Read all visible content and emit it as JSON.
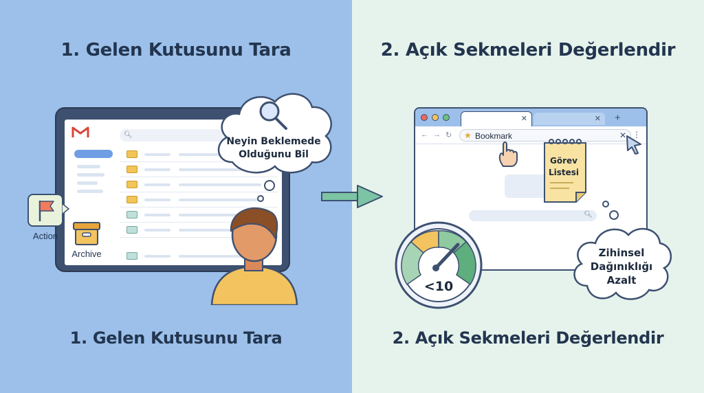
{
  "left_panel": {
    "title_top": "1. Gelen Kutusunu Tara",
    "title_bottom": "1. Gelen Kutusunu Tara",
    "thought_bubble": "Neyin Beklemede Olduğunu Bil",
    "action_label": "Action",
    "archive_label": "Archive",
    "mail_rows": [
      {
        "envelope": "yellow"
      },
      {
        "envelope": "yellow"
      },
      {
        "envelope": "yellow"
      },
      {
        "envelope": "yellow"
      },
      {
        "envelope": "teal"
      },
      {
        "envelope": "teal"
      }
    ],
    "icons": [
      "gmail-icon",
      "search-icon",
      "flag-icon",
      "archive-box-icon",
      "magnifier-icon",
      "person-illustration"
    ]
  },
  "right_panel": {
    "title_top": "2. Açık Sekmeleri Değerlendir",
    "title_bottom": "2. Açık Sekmeleri Değerlendir",
    "url_bar_text": "Bookmark",
    "notepad_text": "Görev Listesi",
    "gauge_label": "<10",
    "thought_bubble": "Zihinsel Dağınıklığı Azalt",
    "icons": [
      "star-icon",
      "hand-pointer-icon",
      "cursor-icon",
      "notepad-icon",
      "gauge-icon"
    ]
  },
  "colors": {
    "left_bg": "#9cc0ea",
    "right_bg": "#e6f3ec",
    "heading": "#23354f",
    "arrow": "#7cc4a4",
    "envelope_yellow": "#f3c557",
    "gauge_green": "#5fae7e"
  }
}
